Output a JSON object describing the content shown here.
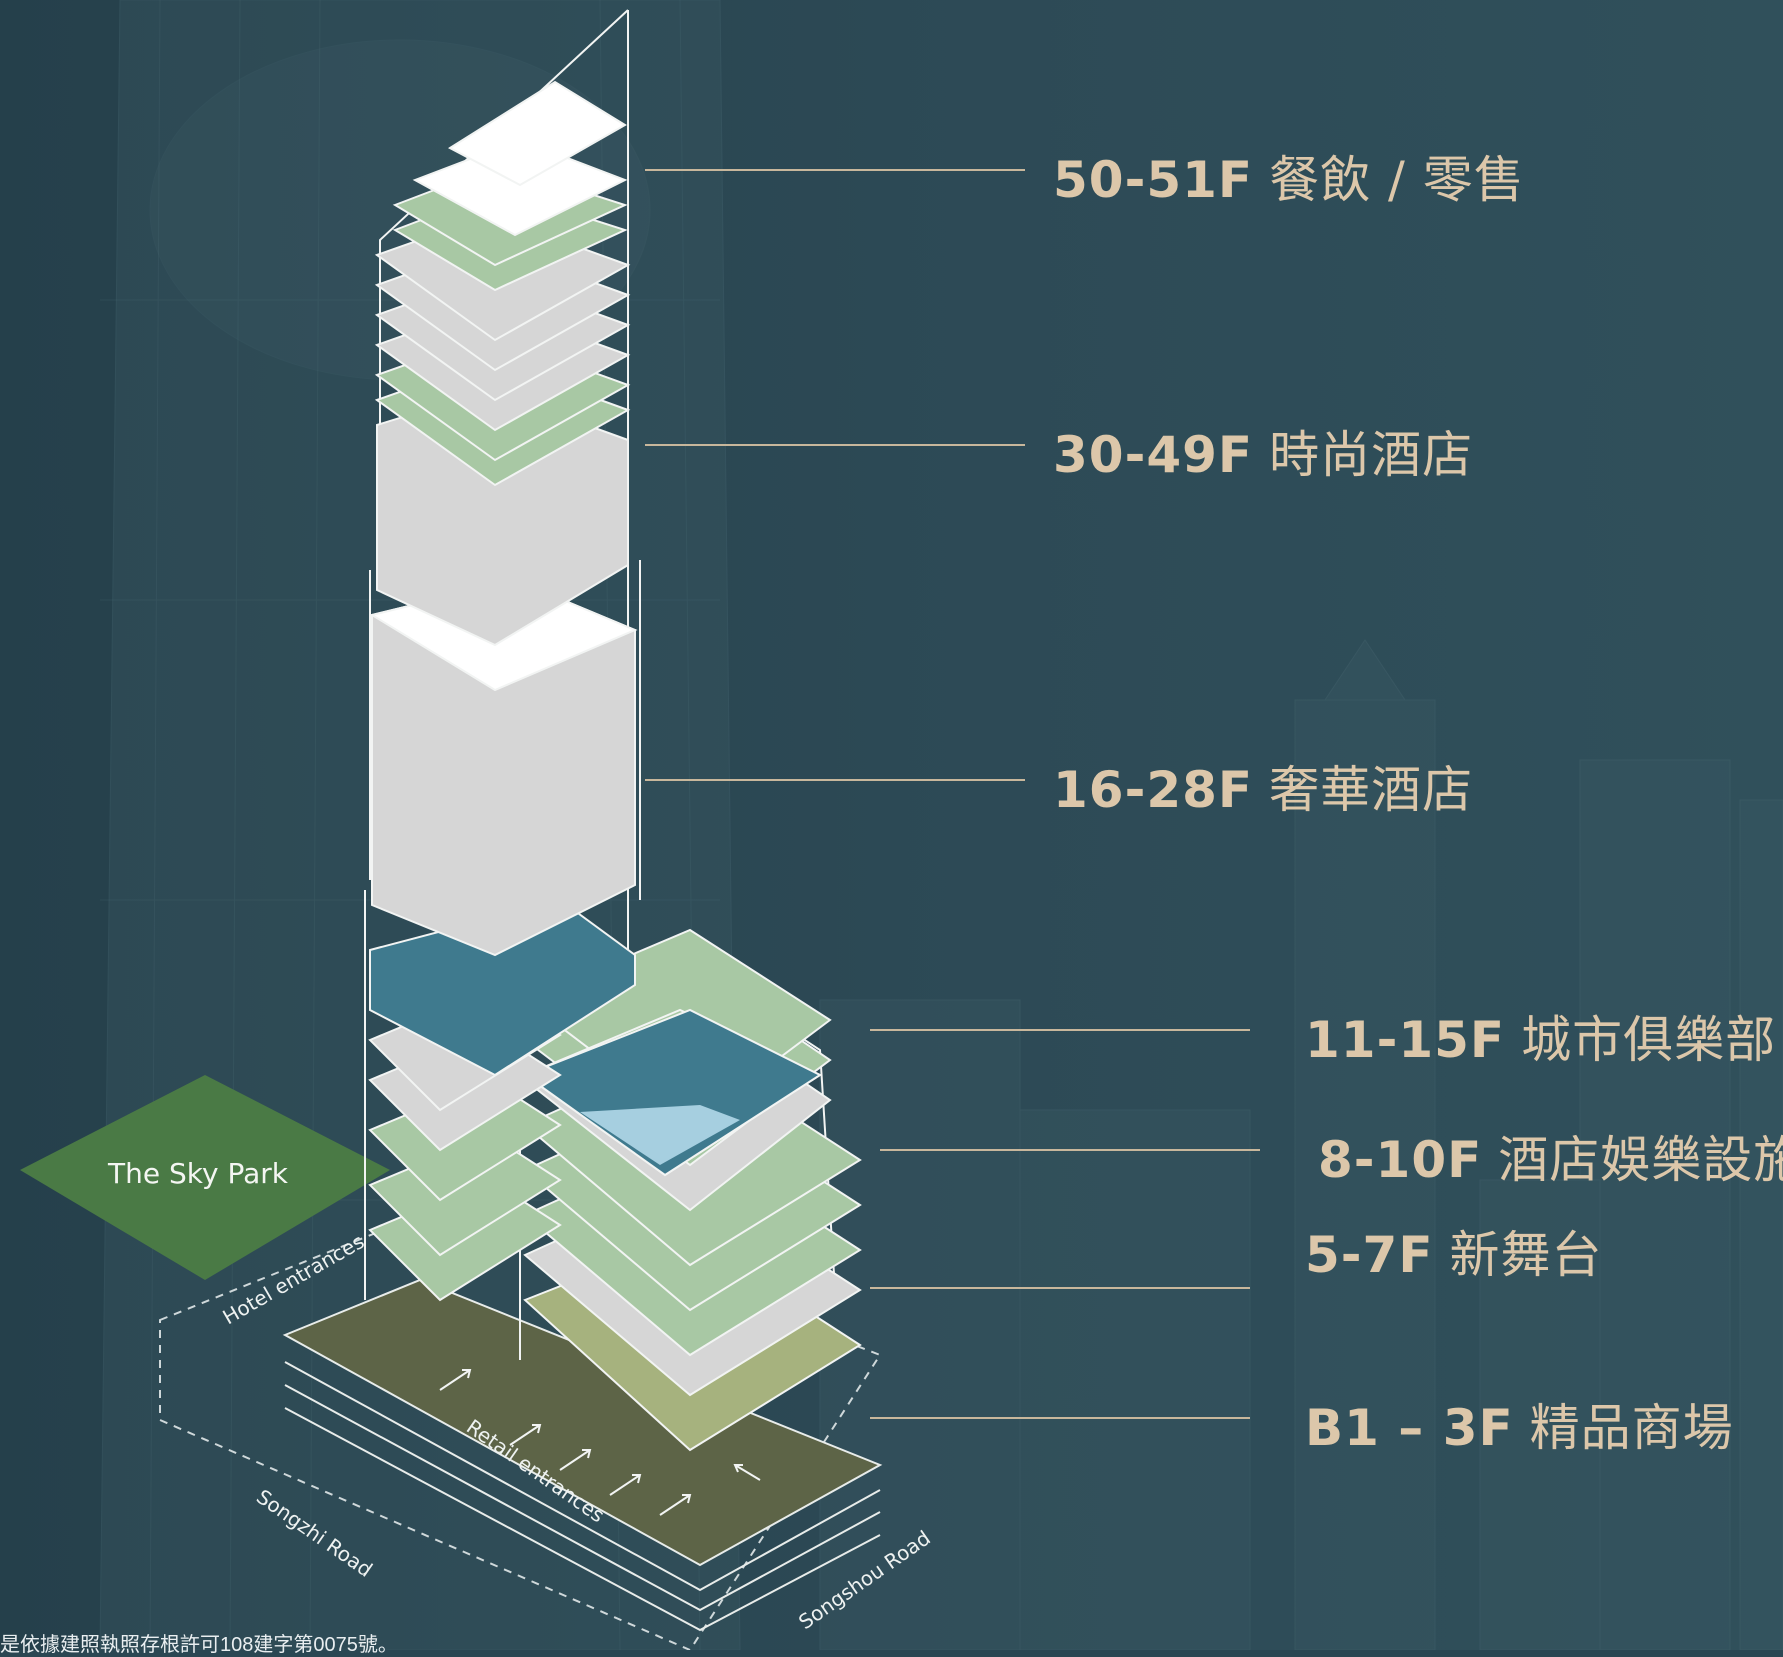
{
  "labels": [
    {
      "floors": "50-51F",
      "name": "餐飲 / 零售"
    },
    {
      "floors": "30-49F",
      "name": "時尚酒店"
    },
    {
      "floors": "16-28F",
      "name": "奢華酒店"
    },
    {
      "floors": "11-15F",
      "name": "城市俱樂部"
    },
    {
      "floors": "8-10F",
      "name": "酒店娛樂設施"
    },
    {
      "floors": "5-7F",
      "name": "新舞台"
    },
    {
      "floors": "B1 – 3F",
      "name": "精品商場"
    }
  ],
  "sky_park": "The Sky Park",
  "hotel_entrances": "Hotel entrances",
  "retail_entrances": "Retail entrances",
  "road_songzhi": "Songzhi Road",
  "road_songshou": "Songshou Road",
  "disclaimer": "是依據建照執照存根許可108建字第0075號。",
  "colors": {
    "background": "#2b4753",
    "label_text": "#dcc7aa",
    "floor_grey": "#d6d6d6",
    "floor_green": "#a8c8a4",
    "floor_blue": "#3f7a8e",
    "sky_park": "#4a7a45",
    "ground": "#5d6447"
  }
}
